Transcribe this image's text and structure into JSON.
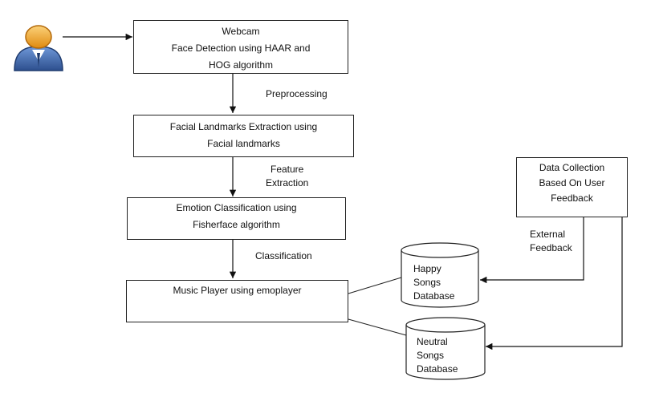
{
  "nodes": {
    "webcam": {
      "lines": [
        "Webcam",
        "Face Detection using  HAAR and",
        "HOG algorithm"
      ]
    },
    "landmarks": {
      "lines": [
        "Facial Landmarks Extraction using",
        "Facial landmarks"
      ]
    },
    "emotion": {
      "lines": [
        "Emotion Classification using",
        "Fisherface algorithm"
      ]
    },
    "music": {
      "lines": [
        "Music Player using emoplayer"
      ]
    },
    "data_collection": {
      "lines": [
        "Data Collection",
        "Based On User",
        "Feedback"
      ]
    },
    "happy_db": {
      "lines": [
        "Happy",
        "Songs",
        "Database"
      ]
    },
    "neutral_db": {
      "lines": [
        "Neutral",
        "Songs",
        "Database"
      ]
    }
  },
  "edge_labels": {
    "preprocessing": [
      "Preprocessing"
    ],
    "feature_extraction": [
      "Feature",
      "Extraction"
    ],
    "classification": [
      "Classification"
    ],
    "external_feedback": [
      "External",
      "Feedback"
    ]
  },
  "icons": {
    "user": {
      "name": "user-avatar-icon",
      "head_color": "#f5a623",
      "body_color": "#3f6fb6"
    }
  }
}
